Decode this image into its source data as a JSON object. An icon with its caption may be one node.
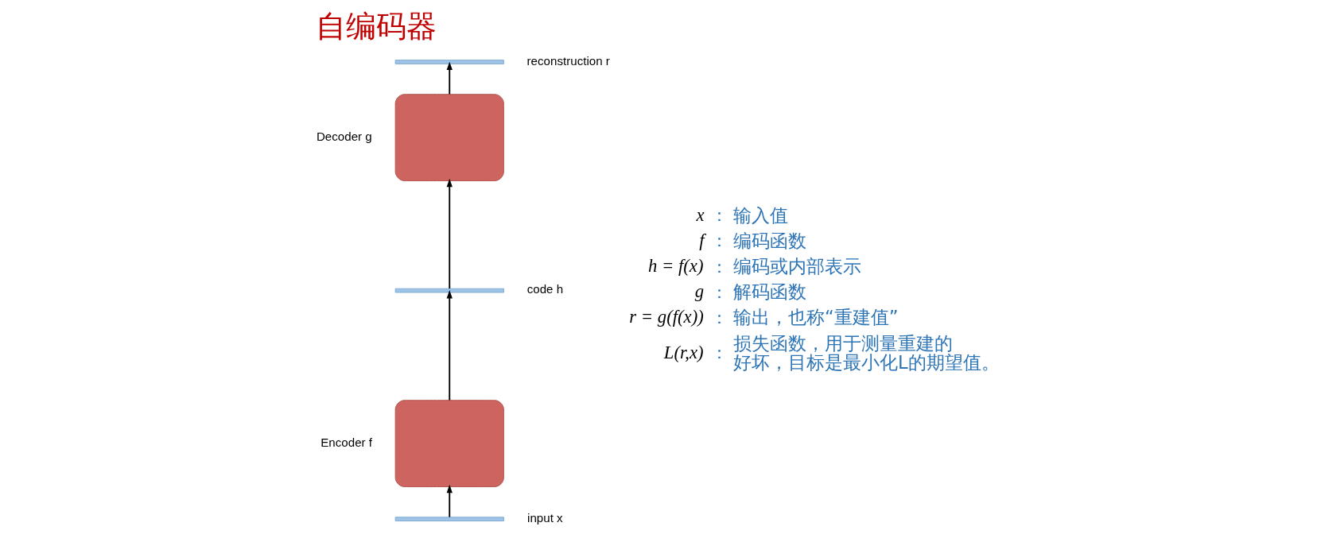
{
  "diagram": {
    "title": "自编码器",
    "nodes": [
      {
        "text": [],
        "shape": "bar",
        "beside": [
          "reconstruction r"
        ]
      },
      {
        "text": [],
        "shape": "box",
        "beside": [
          "Decoder g"
        ]
      },
      {
        "text": [],
        "shape": "bar",
        "beside": [
          "code h"
        ]
      },
      {
        "text": [],
        "shape": "box",
        "beside": [
          "Encoder f"
        ]
      },
      {
        "text": [],
        "shape": "bar",
        "beside": [
          "input x"
        ]
      }
    ],
    "edges": [
      {
        "from": 4,
        "to": 3,
        "arrow": "to"
      },
      {
        "from": 3,
        "to": 2,
        "arrow": "to"
      },
      {
        "from": 2,
        "to": 1,
        "arrow": "to"
      },
      {
        "from": 1,
        "to": 0,
        "arrow": "to"
      }
    ],
    "labels": [
      "x",
      "：",
      "输入值",
      "f",
      "：",
      "编码函数",
      "h = f(x)",
      "：",
      "编码或内部表示",
      "g",
      "：",
      "解码函数",
      "r = g(f(x))",
      "：",
      "输出，也称“重建值”",
      "L(r,x)",
      "：",
      "损失函数，用于测量重建的好坏，目标是最小化L的期望值。"
    ]
  }
}
